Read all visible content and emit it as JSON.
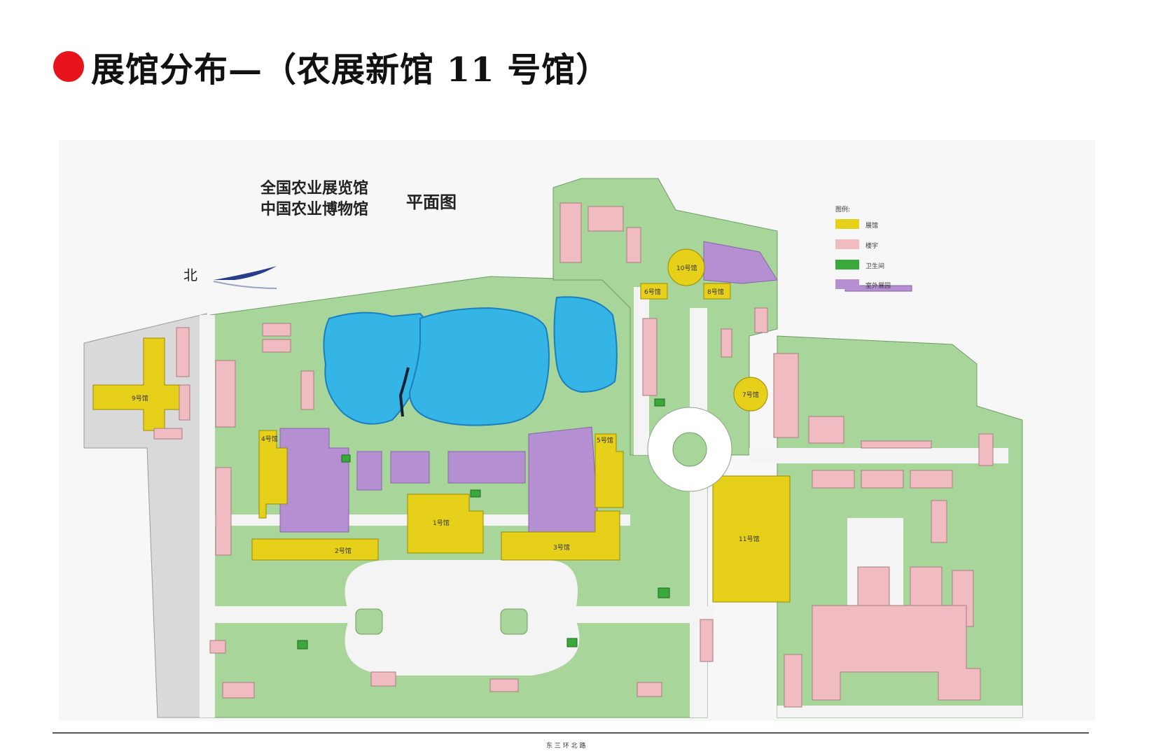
{
  "slide": {
    "title": "展馆分布—（农展新馆 11 号馆）"
  },
  "map": {
    "title_line1": "全国农业展览馆",
    "title_line2": "中国农业博物馆",
    "title_suffix": "平面图",
    "north_label": "北",
    "legend": {
      "title": "图例:",
      "items": [
        {
          "label": "展馆",
          "color": "#e6d01a"
        },
        {
          "label": "楼宇",
          "color": "#f0bcc2"
        },
        {
          "label": "卫生间",
          "color": "#3aa83a"
        },
        {
          "label": "室外展园",
          "color": "#b48fd2"
        }
      ]
    },
    "halls": {
      "h1": "1号馆",
      "h2": "2号馆",
      "h3": "3号馆",
      "h4": "4号馆",
      "h5": "5号馆",
      "h6": "6号馆",
      "h7": "7号馆",
      "h8": "8号馆",
      "h9": "9号馆",
      "h10": "10号馆",
      "h11": "11号馆"
    },
    "road_bottom": "东 三 环 北 路"
  },
  "colors": {
    "green": "#a8d59a",
    "water": "#35b5e5",
    "hall": "#e6d01a",
    "building": "#f0bcc2",
    "outdoor": "#b48fd2",
    "restroom": "#3aa83a",
    "road": "#f4f4f4"
  }
}
